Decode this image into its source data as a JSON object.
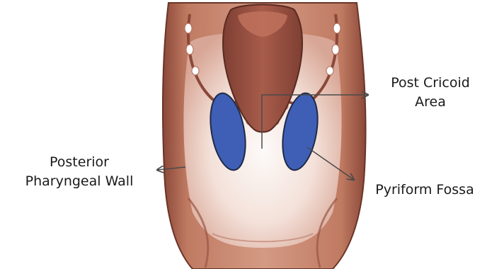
{
  "labels": {
    "posterior_wall": [
      "Posterior",
      "Pharyngeal Wall"
    ],
    "post_cricoid": [
      "Post Cricoid",
      "Area"
    ],
    "pyriform_fossa": [
      "Pyriform Fossa"
    ]
  },
  "colors": {
    "highlight": "#3f5fb6",
    "highlight_outline": "#1f2a48",
    "tissue": "#c48068",
    "tissue_dark": "#8a4838",
    "mucosa_light": "#f3e4de",
    "line": "#4a4a4a"
  }
}
